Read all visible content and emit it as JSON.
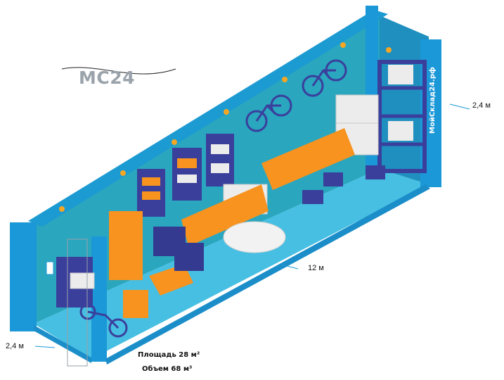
{
  "logo": {
    "text": "MC24"
  },
  "container_side_text": "МойСклад24.рф",
  "dimensions": {
    "height_right": "2,4 м",
    "height_left": "2,4 м",
    "length": "12 м"
  },
  "info": {
    "area": "Площадь 28 м²",
    "volume": "Объем 68 м³"
  },
  "colors": {
    "container_frame": "#2a9fd6",
    "container_wall": "#26a3bd",
    "floor": "#3fb9e0",
    "furniture_orange": "#f7931e",
    "furniture_navy": "#3a3f9c",
    "boxes": "#ececec"
  }
}
